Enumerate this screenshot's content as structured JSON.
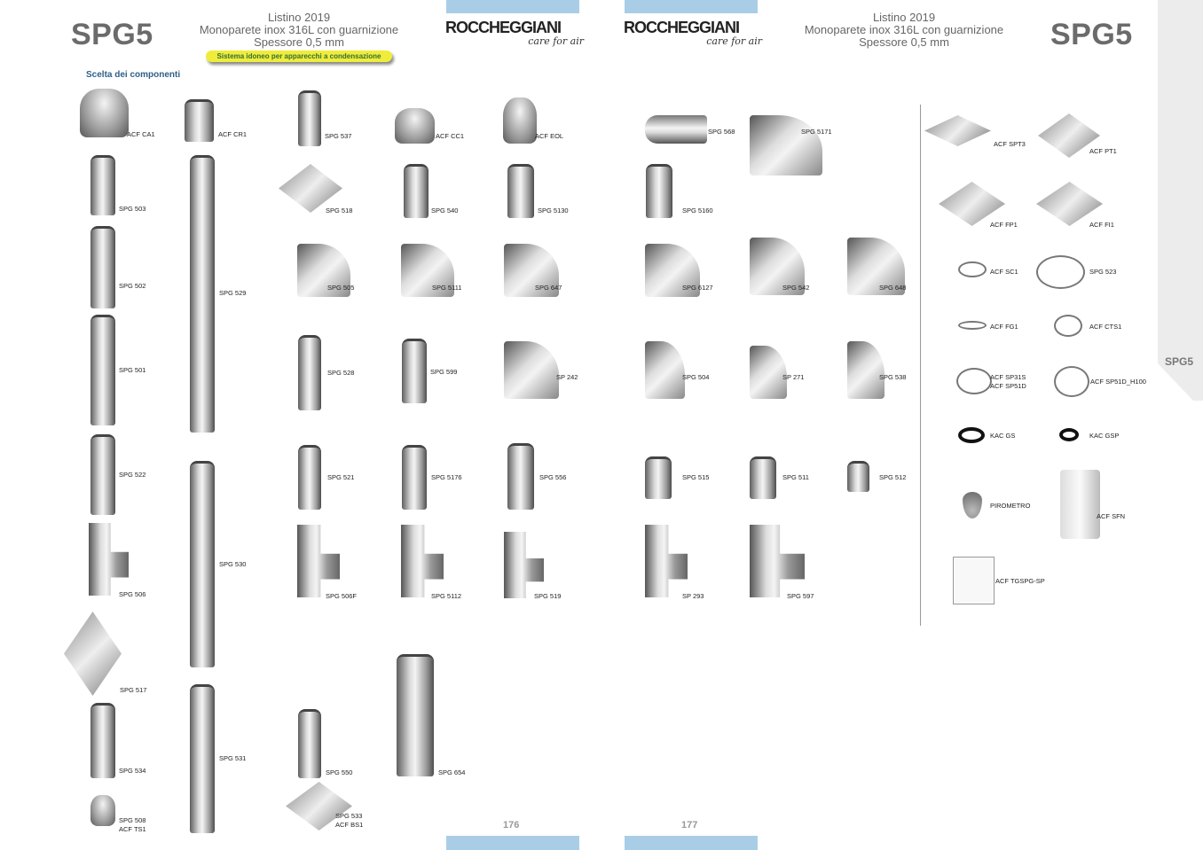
{
  "left_page": {
    "series_code": "SPG5",
    "header_lines": [
      "Listino 2019",
      "Monoparete inox 316L con guarnizione",
      "Spessore 0,5 mm"
    ],
    "badge": "Sistema idoneo per apparecchi a condensazione",
    "brand": "ROCCHEGGIANI",
    "brand_tagline": "care for air",
    "section_title": "Scelta dei componenti",
    "page_number": "176"
  },
  "right_page": {
    "series_code": "SPG5",
    "header_lines": [
      "Listino 2019",
      "Monoparete inox 316L con guarnizione",
      "Spessore 0,5 mm"
    ],
    "brand": "ROCCHEGGIANI",
    "brand_tagline": "care for air",
    "side_tab": "SPG5",
    "page_number": "177"
  },
  "components": [
    "ACF CA1",
    "ACF CR1",
    "SPG 503",
    "SPG 502",
    "SPG 501",
    "SPG 522",
    "SPG 506",
    "SPG 517",
    "SPG 534",
    "SPG 508\nACF TS1",
    "SPG 529",
    "SPG 530",
    "SPG 531",
    "SPG 537",
    "SPG 518",
    "SPG 505",
    "SPG 528",
    "SPG 521",
    "SPG 506F",
    "SPG 550",
    "SPG 533\nACF BS1",
    "ACF CC1",
    "SPG 540",
    "SPG 5111",
    "SPG 599",
    "SPG 5176",
    "SPG 5112",
    "SPG 654",
    "ACF EOL",
    "SPG 5130",
    "SPG 647",
    "SP 242",
    "SPG 556",
    "SPG 519",
    "SPG 568",
    "SPG 5171",
    "SPG 5160",
    "SPG 6127",
    "SPG 542",
    "SPG 648",
    "SPG 504",
    "SP 271",
    "SPG 538",
    "SPG 515",
    "SPG 511",
    "SPG 512",
    "SP 293",
    "SPG 597",
    "ACF SPT3",
    "ACF PT1",
    "ACF FP1",
    "ACF FI1",
    "ACF SC1",
    "SPG 523",
    "ACF FG1",
    "ACF CTS1",
    "ACF SP31S\nACF SP51D",
    "ACF SP51D_H100",
    "KAC GS",
    "KAC GSP",
    "PIROMETRO",
    "ACF SFN",
    "ACF TGSPG-SP"
  ],
  "colors": {
    "accent_bar": "#a9cde6",
    "section_title": "#2e5f88",
    "badge": "#f0ec3a"
  }
}
